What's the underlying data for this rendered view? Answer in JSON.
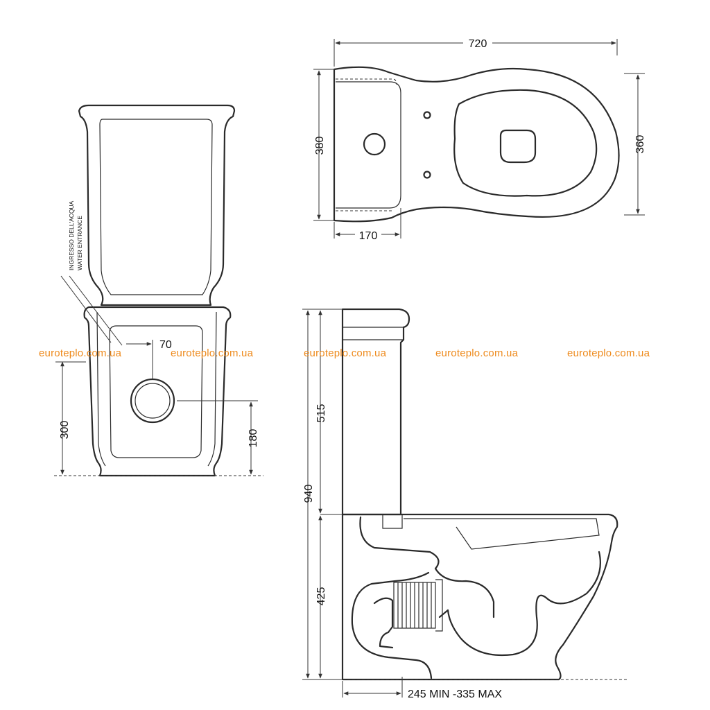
{
  "dimensions": {
    "top_width": "720",
    "top_tank_depth": "380",
    "top_bowl_depth": "360",
    "top_tank_offset": "170",
    "front_inlet_offset": "70",
    "front_inlet_height": "180",
    "front_inlet_top": "300",
    "side_total_height": "940",
    "side_tank_height": "515",
    "side_bowl_height": "425",
    "side_outlet_range": "245 MIN -335 MAX"
  },
  "labels": {
    "water_entrance_it": "INGRESSO DELL'ACQUA",
    "water_entrance_en": "WATER ENTRANCE"
  },
  "watermarks": [
    "euroteplo.com.ua",
    "euroteplo.com.ua",
    "euroteplo.com.ua",
    "euroteplo.com.ua",
    "euroteplo.com.ua"
  ],
  "colors": {
    "line": "#2a2a2a",
    "watermark": "#ee8a1c",
    "background": "#ffffff"
  }
}
